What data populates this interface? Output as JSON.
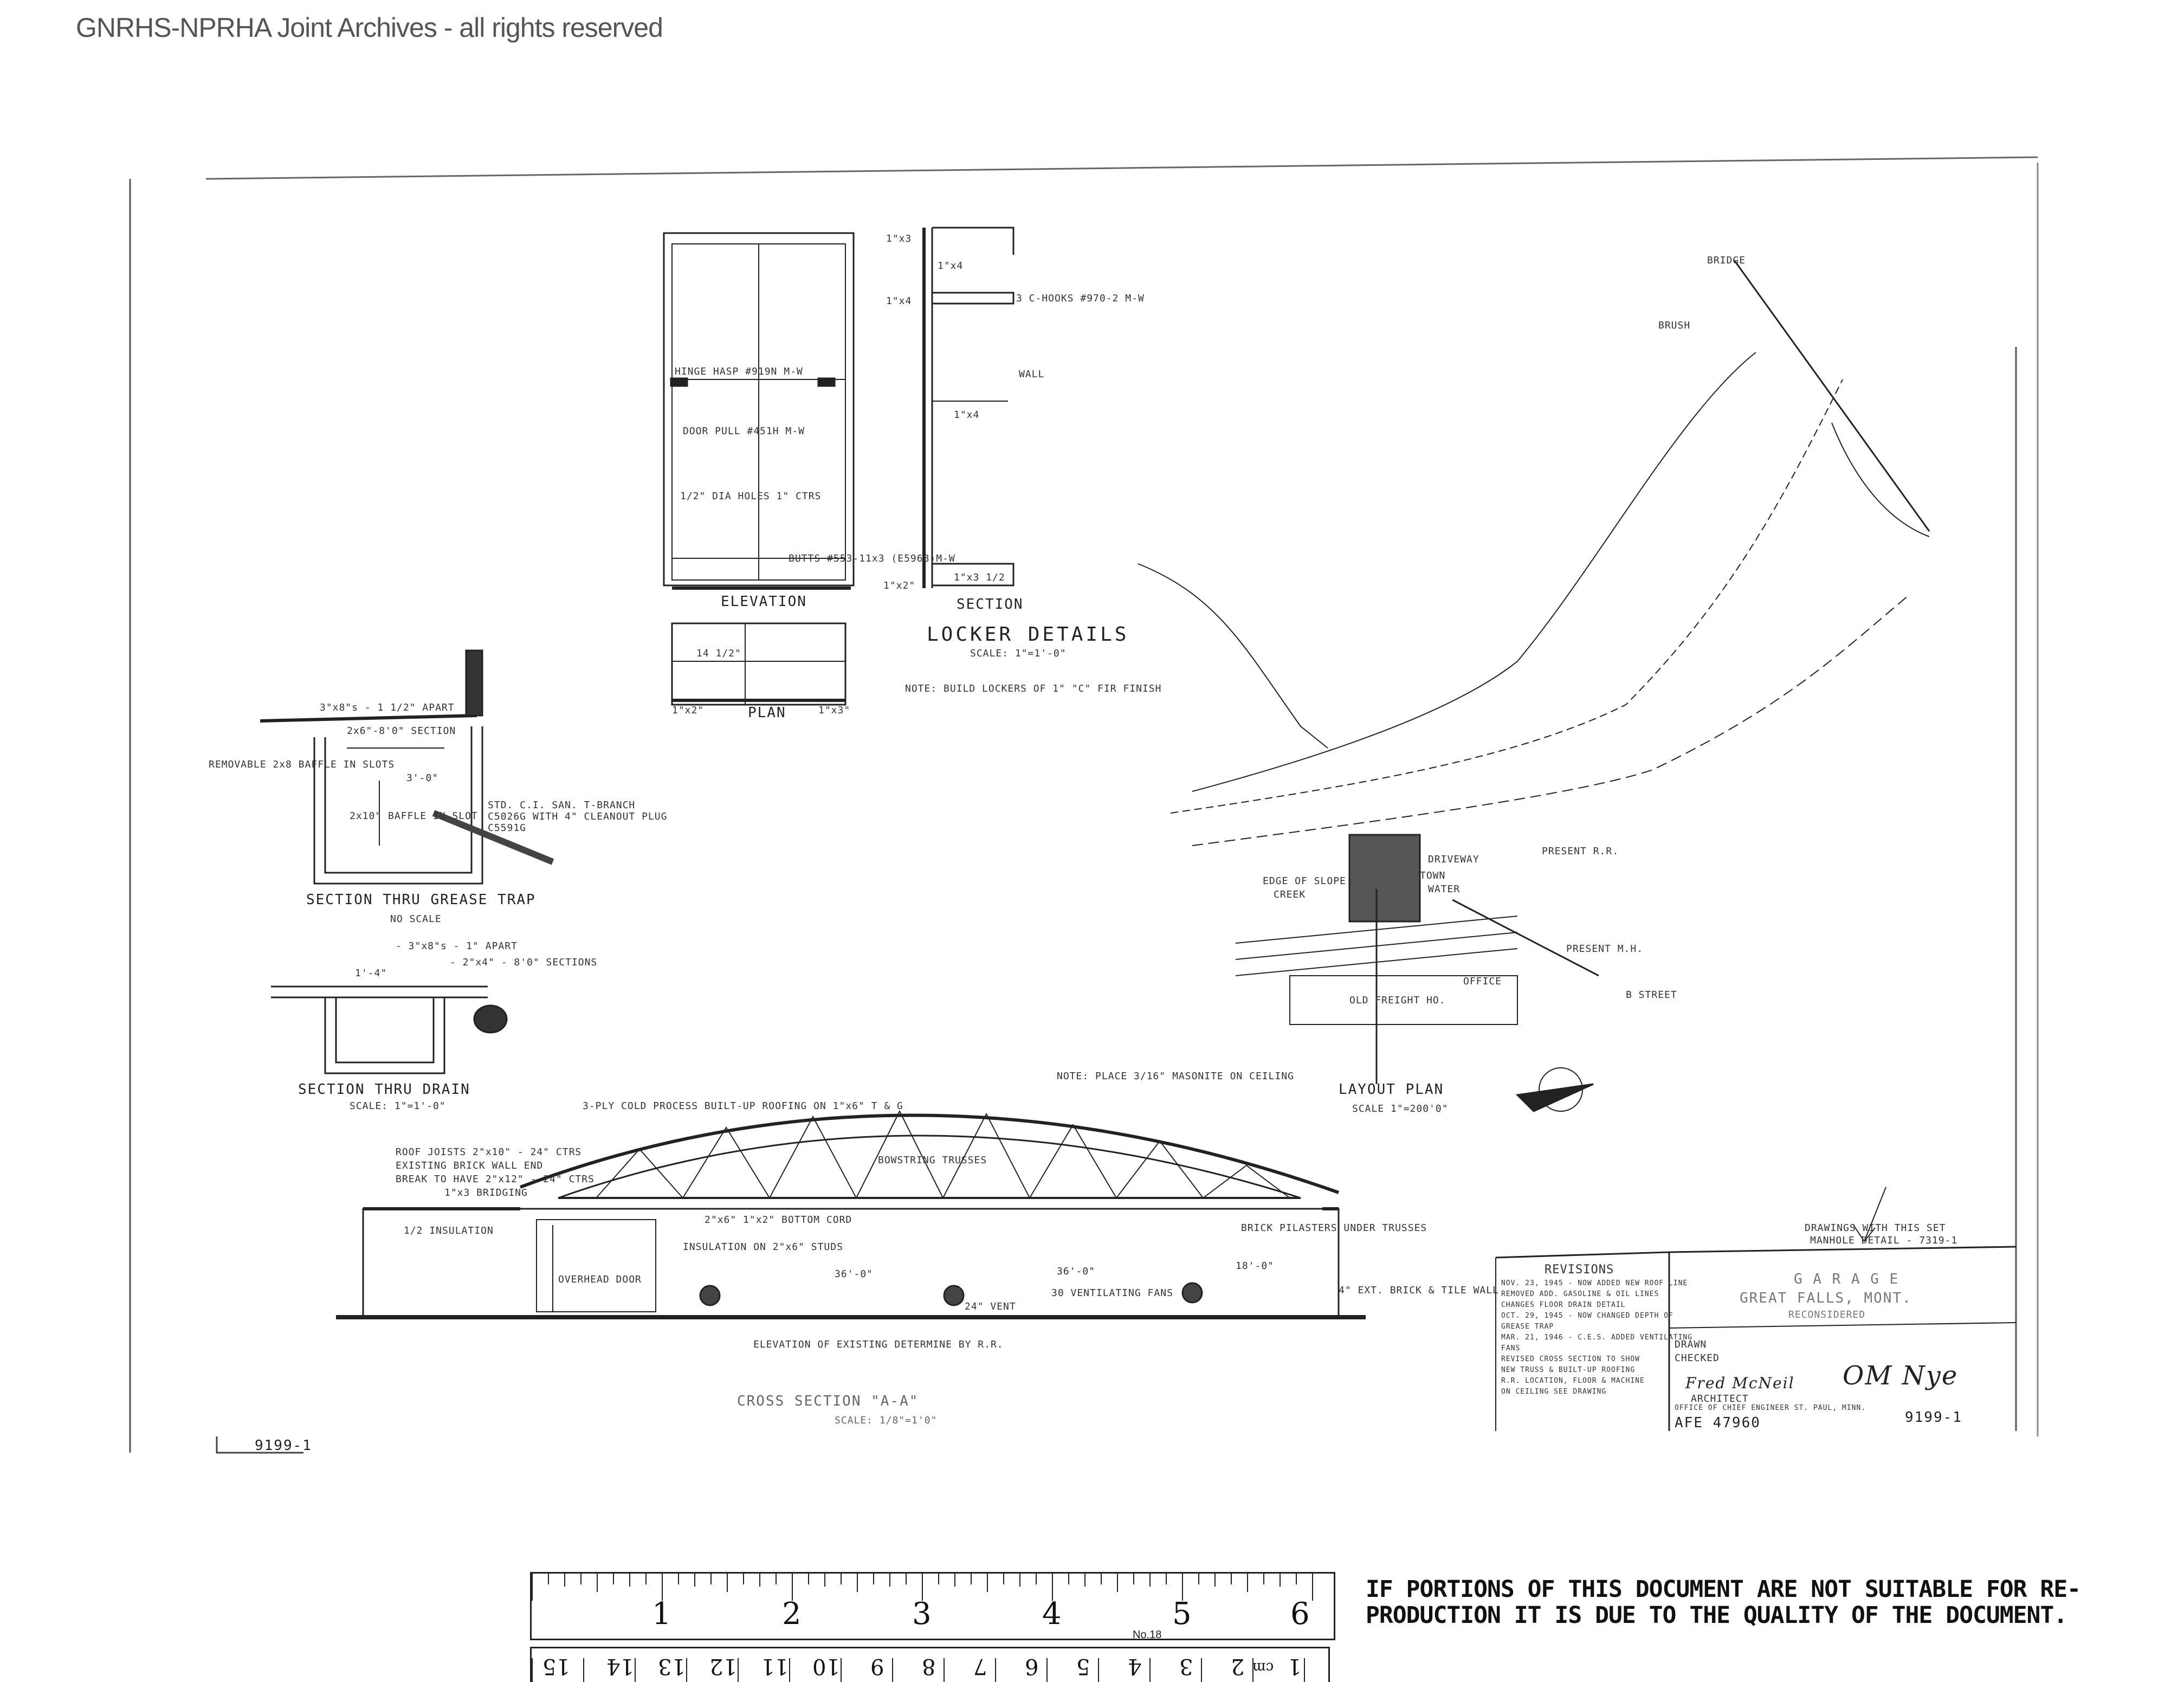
{
  "header": {
    "watermark": "GNRHS-NPRHA Joint Archives - all rights reserved"
  },
  "drawing": {
    "locker": {
      "elevation_title": "ELEVATION",
      "section_title": "SECTION",
      "plan_title": "PLAN",
      "title": "LOCKER DETAILS",
      "scale": "SCALE: 1\"=1'-0\"",
      "note": "NOTE: BUILD LOCKERS OF 1\" \"C\" FIR FINISH",
      "hinge_note": "HINGE HASP #919N M-W",
      "door_pull_note": "DOOR PULL #451H M-W",
      "holes_note": "1/2\" DIA HOLES 1\" CTRS",
      "butts_note": "BUTTS #553-11x3 (E5968)M-W",
      "hooks_note": "3 C-HOOKS #970-2 M-W",
      "wall_note": "WALL",
      "dims": [
        "1\"x3",
        "1\"x4",
        "1\"x4",
        "1\"x4",
        "1\"x2\"",
        "1\"x3 1/2",
        "14 1/2\"",
        "1\"x2\"",
        "1\"x3\""
      ]
    },
    "grease_trap": {
      "title": "SECTION THRU GREASE TRAP",
      "scale": "NO SCALE",
      "note_top": "3\"x8\"s - 1 1/2\" APART",
      "note_section": "2x6\"-8'0\" SECTION",
      "removable": "REMOVABLE 2x8 BAFFLE IN SLOTS",
      "baffle": "2x10\" BAFFLE IN SLOT",
      "dims": "3'-0\"",
      "tee": "STD. C.I. SAN. T-BRANCH C5026G WITH 4\" CLEANOUT PLUG C5591G"
    },
    "drain": {
      "title": "SECTION THRU DRAIN",
      "scale": "SCALE: 1\"=1'-0\"",
      "note1": "- 3\"x8\"s - 1\" APART",
      "note2": "- 2\"x4\" - 8'0\" SECTIONS",
      "dim": "1'-4\""
    },
    "layout_plan": {
      "title": "LAYOUT PLAN",
      "scale": "SCALE 1\"=200'0\"",
      "labels": [
        "BRIDGE",
        "CREEK",
        "OLD FREIGHT HO.",
        "OFFICE",
        "PRESENT M.H.",
        "TOWN",
        "WATER",
        "DRIVEWAY",
        "PRESENT R.R.",
        "B STREET",
        "EDGE OF SLOPE",
        "BRUSH"
      ]
    },
    "cross_section": {
      "title": "CROSS SECTION \"A-A\"",
      "scale": "SCALE: 1/8\"=1'0\"",
      "notes": [
        "NOTE: PLACE 3/16\" MASONITE ON CEILING",
        "3-PLY COLD PROCESS BUILT-UP ROOFING ON 1\"x6\" T & G",
        "ROOF JOISTS 2\"x10\" - 24\" CTRS",
        "EXISTING BRICK WALL END",
        "BREAK TO HAVE 2\"x12\" - 24\" CTRS",
        "1\"x3 BRIDGING",
        "1/2 INSULATION",
        "INSULATION ON 2\"x6\" STUDS",
        "OVERHEAD DOOR",
        "30 VENTILATING FANS",
        "BRICK PILASTERS UNDER TRUSSES",
        "2\"x6\" 1\"x2\" BOTTOM CORD",
        "4\" EXT. BRICK & TILE WALL",
        "24\" VENT",
        "ELEVATION OF EXISTING DETERMINE BY R.R.",
        "BOWSTRING TRUSSES",
        "36'-0\"",
        "36'-0\"",
        "18'-0\""
      ]
    },
    "revisions": {
      "heading": "REVISIONS",
      "lines": [
        "NOV. 23, 1945 - NOW ADDED NEW ROOF LINE",
        "REMOVED ADD. GASOLINE & OIL LINES",
        "CHANGES FLOOR DRAIN DETAIL",
        "OCT. 29, 1945 - NOW CHANGED DEPTH OF",
        "GREASE TRAP",
        "MAR. 21, 1946 - C.E.S. ADDED VENTILATING",
        "FANS",
        "REVISED CROSS SECTION TO SHOW",
        "NEW TRUSS & BUILT-UP ROOFING",
        "R.R. LOCATION, FLOOR & MACHINE",
        "ON CEILING SEE DRAWING"
      ]
    },
    "title_block": {
      "line1": "G A R A G E",
      "line2": "GREAT FALLS, MONT.",
      "line3": "RECONSIDERED",
      "drawn_by": "DRAWN",
      "checked": "CHECKED",
      "architect": "ARCHITECT",
      "office": "OFFICE OF CHIEF ENGINEER ST. PAUL, MINN.",
      "afe": "AFE 47960",
      "number": "9199-1",
      "signature": "OM Nye",
      "signature_architect": "Fred McNeil"
    },
    "sheet_number": "9199-1",
    "ref_note": "DRAWINGS WITH THIS SET",
    "ref_note2": "MANHOLE DETAIL - 7319-1"
  },
  "ruler": {
    "top_numbers": [
      "1",
      "2",
      "3",
      "4",
      "5",
      "6"
    ],
    "bottom_numbers": [
      "1",
      "cm",
      "2",
      "3",
      "4",
      "5",
      "6",
      "7",
      "8",
      "9",
      "10",
      "11",
      "12",
      "13",
      "14",
      "15"
    ],
    "maker": "No.18"
  },
  "notice": {
    "line1": "IF PORTIONS OF THIS DOCUMENT ARE NOT SUITABLE FOR RE-",
    "line2": "PRODUCTION IT IS DUE TO THE QUALITY OF THE DOCUMENT."
  }
}
